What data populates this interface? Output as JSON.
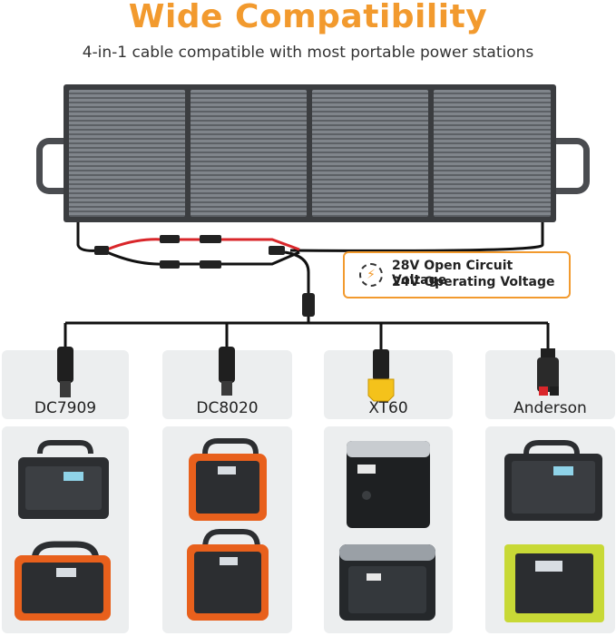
{
  "header": {
    "title": "Wide Compatibility",
    "subtitle": "4-in-1 cable compatible with most portable power stations"
  },
  "badge": {
    "line1": "28V Open Circuit Voltage",
    "line2": "24V Operating Voltage",
    "icon": "lightning-bolt-icon"
  },
  "connectors": [
    {
      "label": "DC7909"
    },
    {
      "label": "DC8020"
    },
    {
      "label": "XT60"
    },
    {
      "label": "Anderson"
    }
  ],
  "colors": {
    "accent": "#f29a2e",
    "card_bg": "#eceeef",
    "station_orange": "#e8601c",
    "station_dark": "#2c2e31"
  }
}
